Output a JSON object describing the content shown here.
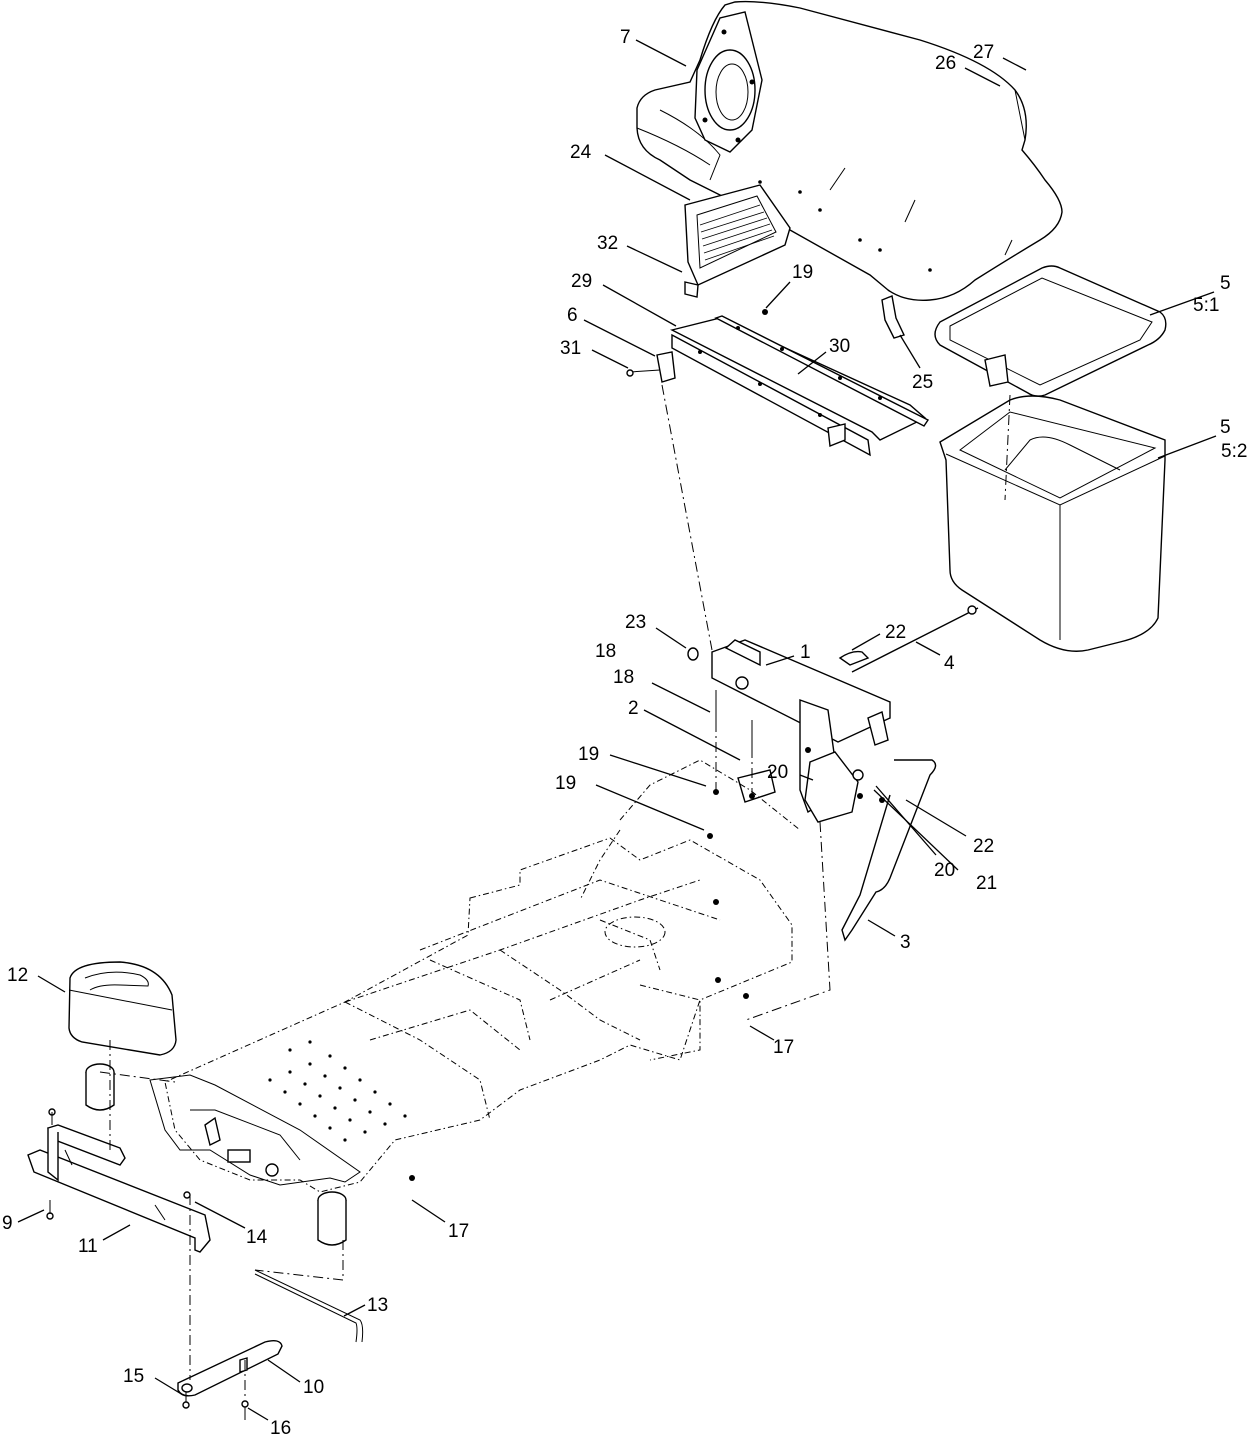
{
  "diagram": {
    "callouts": [
      {
        "id": "c7",
        "label": "7"
      },
      {
        "id": "c27",
        "label": "27"
      },
      {
        "id": "c26",
        "label": "26"
      },
      {
        "id": "c24",
        "label": "24"
      },
      {
        "id": "c32",
        "label": "32"
      },
      {
        "id": "c19a",
        "label": "19"
      },
      {
        "id": "c29",
        "label": "29"
      },
      {
        "id": "c6",
        "label": "6"
      },
      {
        "id": "c30",
        "label": "30"
      },
      {
        "id": "c31",
        "label": "31"
      },
      {
        "id": "c25",
        "label": "25"
      },
      {
        "id": "c5a",
        "label": "5"
      },
      {
        "id": "c51",
        "label": "5:1"
      },
      {
        "id": "c5b",
        "label": "5"
      },
      {
        "id": "c52",
        "label": "5:2"
      },
      {
        "id": "c23",
        "label": "23"
      },
      {
        "id": "c22a",
        "label": "22"
      },
      {
        "id": "c18a",
        "label": "18"
      },
      {
        "id": "c1",
        "label": "1"
      },
      {
        "id": "c4",
        "label": "4"
      },
      {
        "id": "c18b",
        "label": "18"
      },
      {
        "id": "c2",
        "label": "2"
      },
      {
        "id": "c20a",
        "label": "20"
      },
      {
        "id": "c19b",
        "label": "19"
      },
      {
        "id": "c19c",
        "label": "19"
      },
      {
        "id": "c22b",
        "label": "22"
      },
      {
        "id": "c21",
        "label": "21"
      },
      {
        "id": "c20b",
        "label": "20"
      },
      {
        "id": "c3",
        "label": "3"
      },
      {
        "id": "c12",
        "label": "12"
      },
      {
        "id": "c17a",
        "label": "17"
      },
      {
        "id": "c9",
        "label": "9"
      },
      {
        "id": "c14",
        "label": "14"
      },
      {
        "id": "c11",
        "label": "11"
      },
      {
        "id": "c17b",
        "label": "17"
      },
      {
        "id": "c13",
        "label": "13"
      },
      {
        "id": "c15",
        "label": "15"
      },
      {
        "id": "c10",
        "label": "10"
      },
      {
        "id": "c16",
        "label": "16"
      }
    ]
  }
}
